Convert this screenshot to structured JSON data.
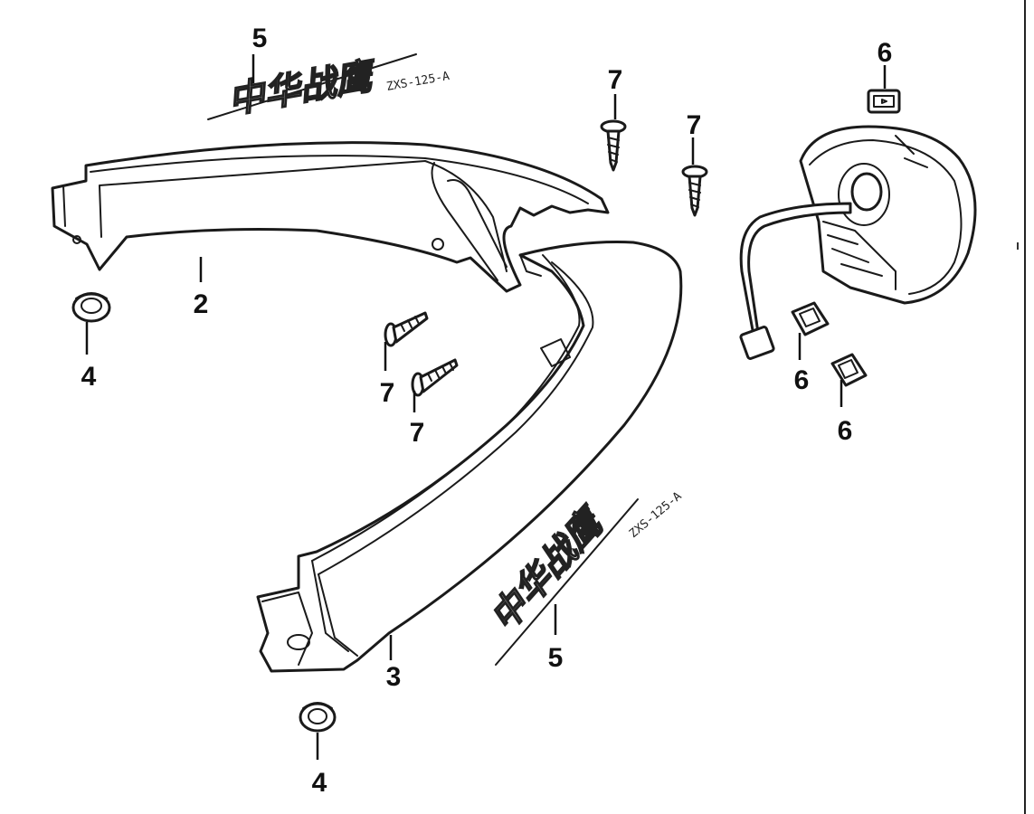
{
  "callouts": {
    "p2": "2",
    "p3": "3",
    "p4_top": "4",
    "p4_bottom": "4",
    "p5_top": "5",
    "p5_bottom": "5",
    "p6_top": "6",
    "p6_mid": "6",
    "p6_low": "6",
    "p7_a": "7",
    "p7_b": "7",
    "p7_c": "7",
    "p7_d": "7"
  },
  "decals": {
    "top": {
      "text": "中华战鹰",
      "code": "ZXS-125-A"
    },
    "bottom": {
      "text": "中华战鹰",
      "code": "ZXS-125-A"
    }
  },
  "colors": {
    "line": "#1a1a1a",
    "background": "#ffffff"
  }
}
